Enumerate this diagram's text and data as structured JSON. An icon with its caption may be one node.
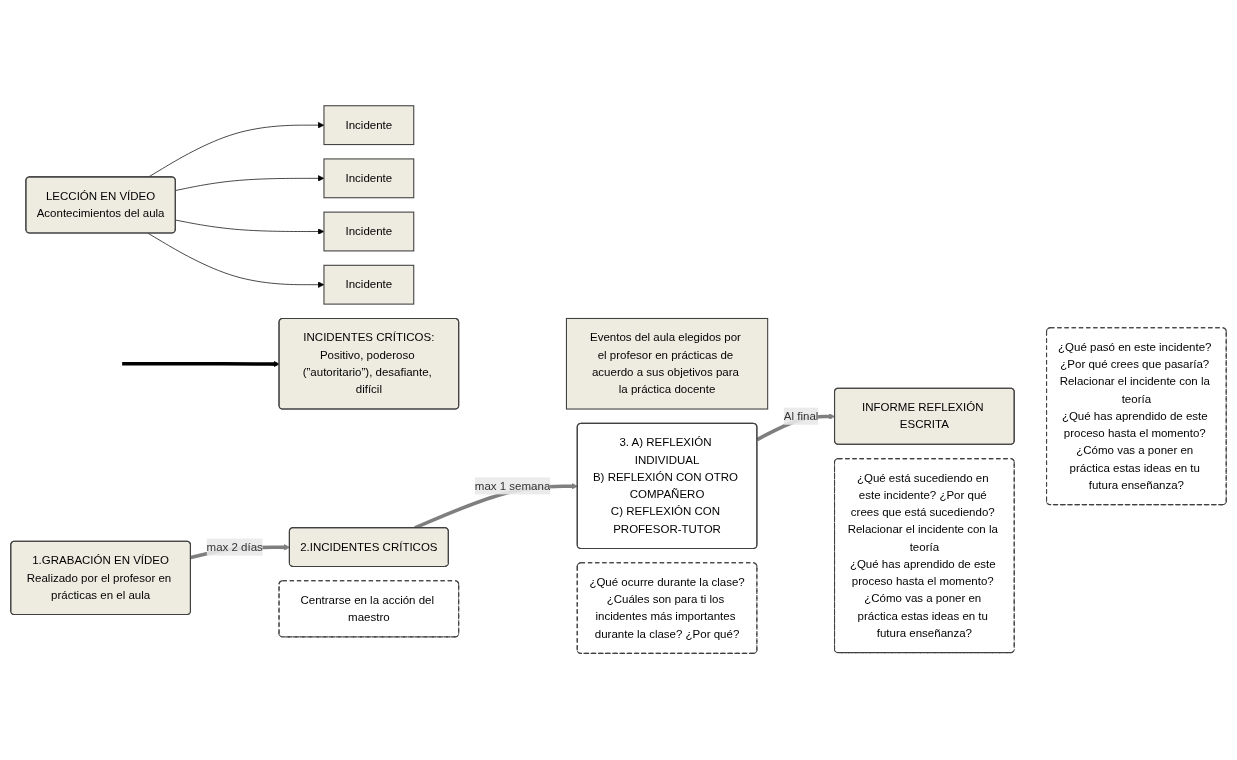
{
  "diagram": {
    "nodes": [
      {
        "text": [
          "LECCIÓN EN VÍDEO",
          "Acontecimientos del aula"
        ]
      },
      {
        "text": [
          "Incidente"
        ]
      },
      {
        "text": [
          "Incidente"
        ]
      },
      {
        "text": [
          "Incidente"
        ]
      },
      {
        "text": [
          "Incidente"
        ]
      },
      {
        "text": [
          "INCIDENTES CRÍTICOS:",
          "Positivo, poderoso (”autoritario”), desafiante, difícil"
        ]
      },
      {
        "text": [
          "Eventos del aula elegidos por el profesor en prácticas de acuerdo a sus objetivos para la práctica docente"
        ]
      },
      {
        "text": [
          "1.GRABACIÓN EN VÍDEO",
          "Realizado por el profesor en prácticas en el aula"
        ]
      },
      {
        "text": [
          "2.INCIDENTES CRÍTICOS"
        ]
      },
      {
        "text": [
          "3. A) REFLEXIÓN INDIVIDUAL",
          "B) REFLEXIÓN CON OTRO COMPAÑERO",
          "C) REFLEXIÓN CON PROFESOR-TUTOR"
        ]
      },
      {
        "text": [
          "INFORME REFLEXIÓN ESCRITA"
        ]
      },
      {
        "text": [
          "Centrarse en la acción del maestro"
        ]
      },
      {
        "text": [
          "¿Qué ocurre durante la clase?",
          "¿Cuáles son para ti los incidentes más importantes durante la clase? ¿Por qué?"
        ]
      },
      {
        "text": [
          "¿Qué está sucediendo en este incidente? ¿Por qué crees que está sucediendo? Relacionar el incidente con la teoría",
          "¿Qué has aprendido de este proceso hasta el momento? ¿Cómo vas a poner en práctica estas ideas en tu futura enseñanza?"
        ]
      },
      {
        "text": [
          "¿Qué pasó en este incidente? ¿Por qué crees que pasaría? Relacionar el incidente con la teoría",
          "¿Qué has aprendido de este proceso hasta el momento? ¿Cómo vas a poner en práctica estas ideas en tu futura enseñanza?"
        ]
      }
    ],
    "edges": [
      {
        "from": 0,
        "to": 1,
        "arrow": "to"
      },
      {
        "from": 0,
        "to": 2,
        "arrow": "to"
      },
      {
        "from": 0,
        "to": 3,
        "arrow": "to"
      },
      {
        "from": 0,
        "to": 4,
        "arrow": "to"
      },
      {
        "from": null,
        "to": 5,
        "arrow": "to",
        "style": "thick"
      },
      {
        "from": 7,
        "to": 8,
        "arrow": "to",
        "label": "max 2 días",
        "style": "thick",
        "color": "#7f7f7f"
      },
      {
        "from": 8,
        "to": 9,
        "arrow": "to",
        "label": "max 1 semana",
        "style": "thick",
        "color": "#7f7f7f"
      },
      {
        "from": 9,
        "to": 10,
        "arrow": "to",
        "label": "Al final",
        "style": "thick",
        "color": "#7f7f7f"
      }
    ]
  }
}
